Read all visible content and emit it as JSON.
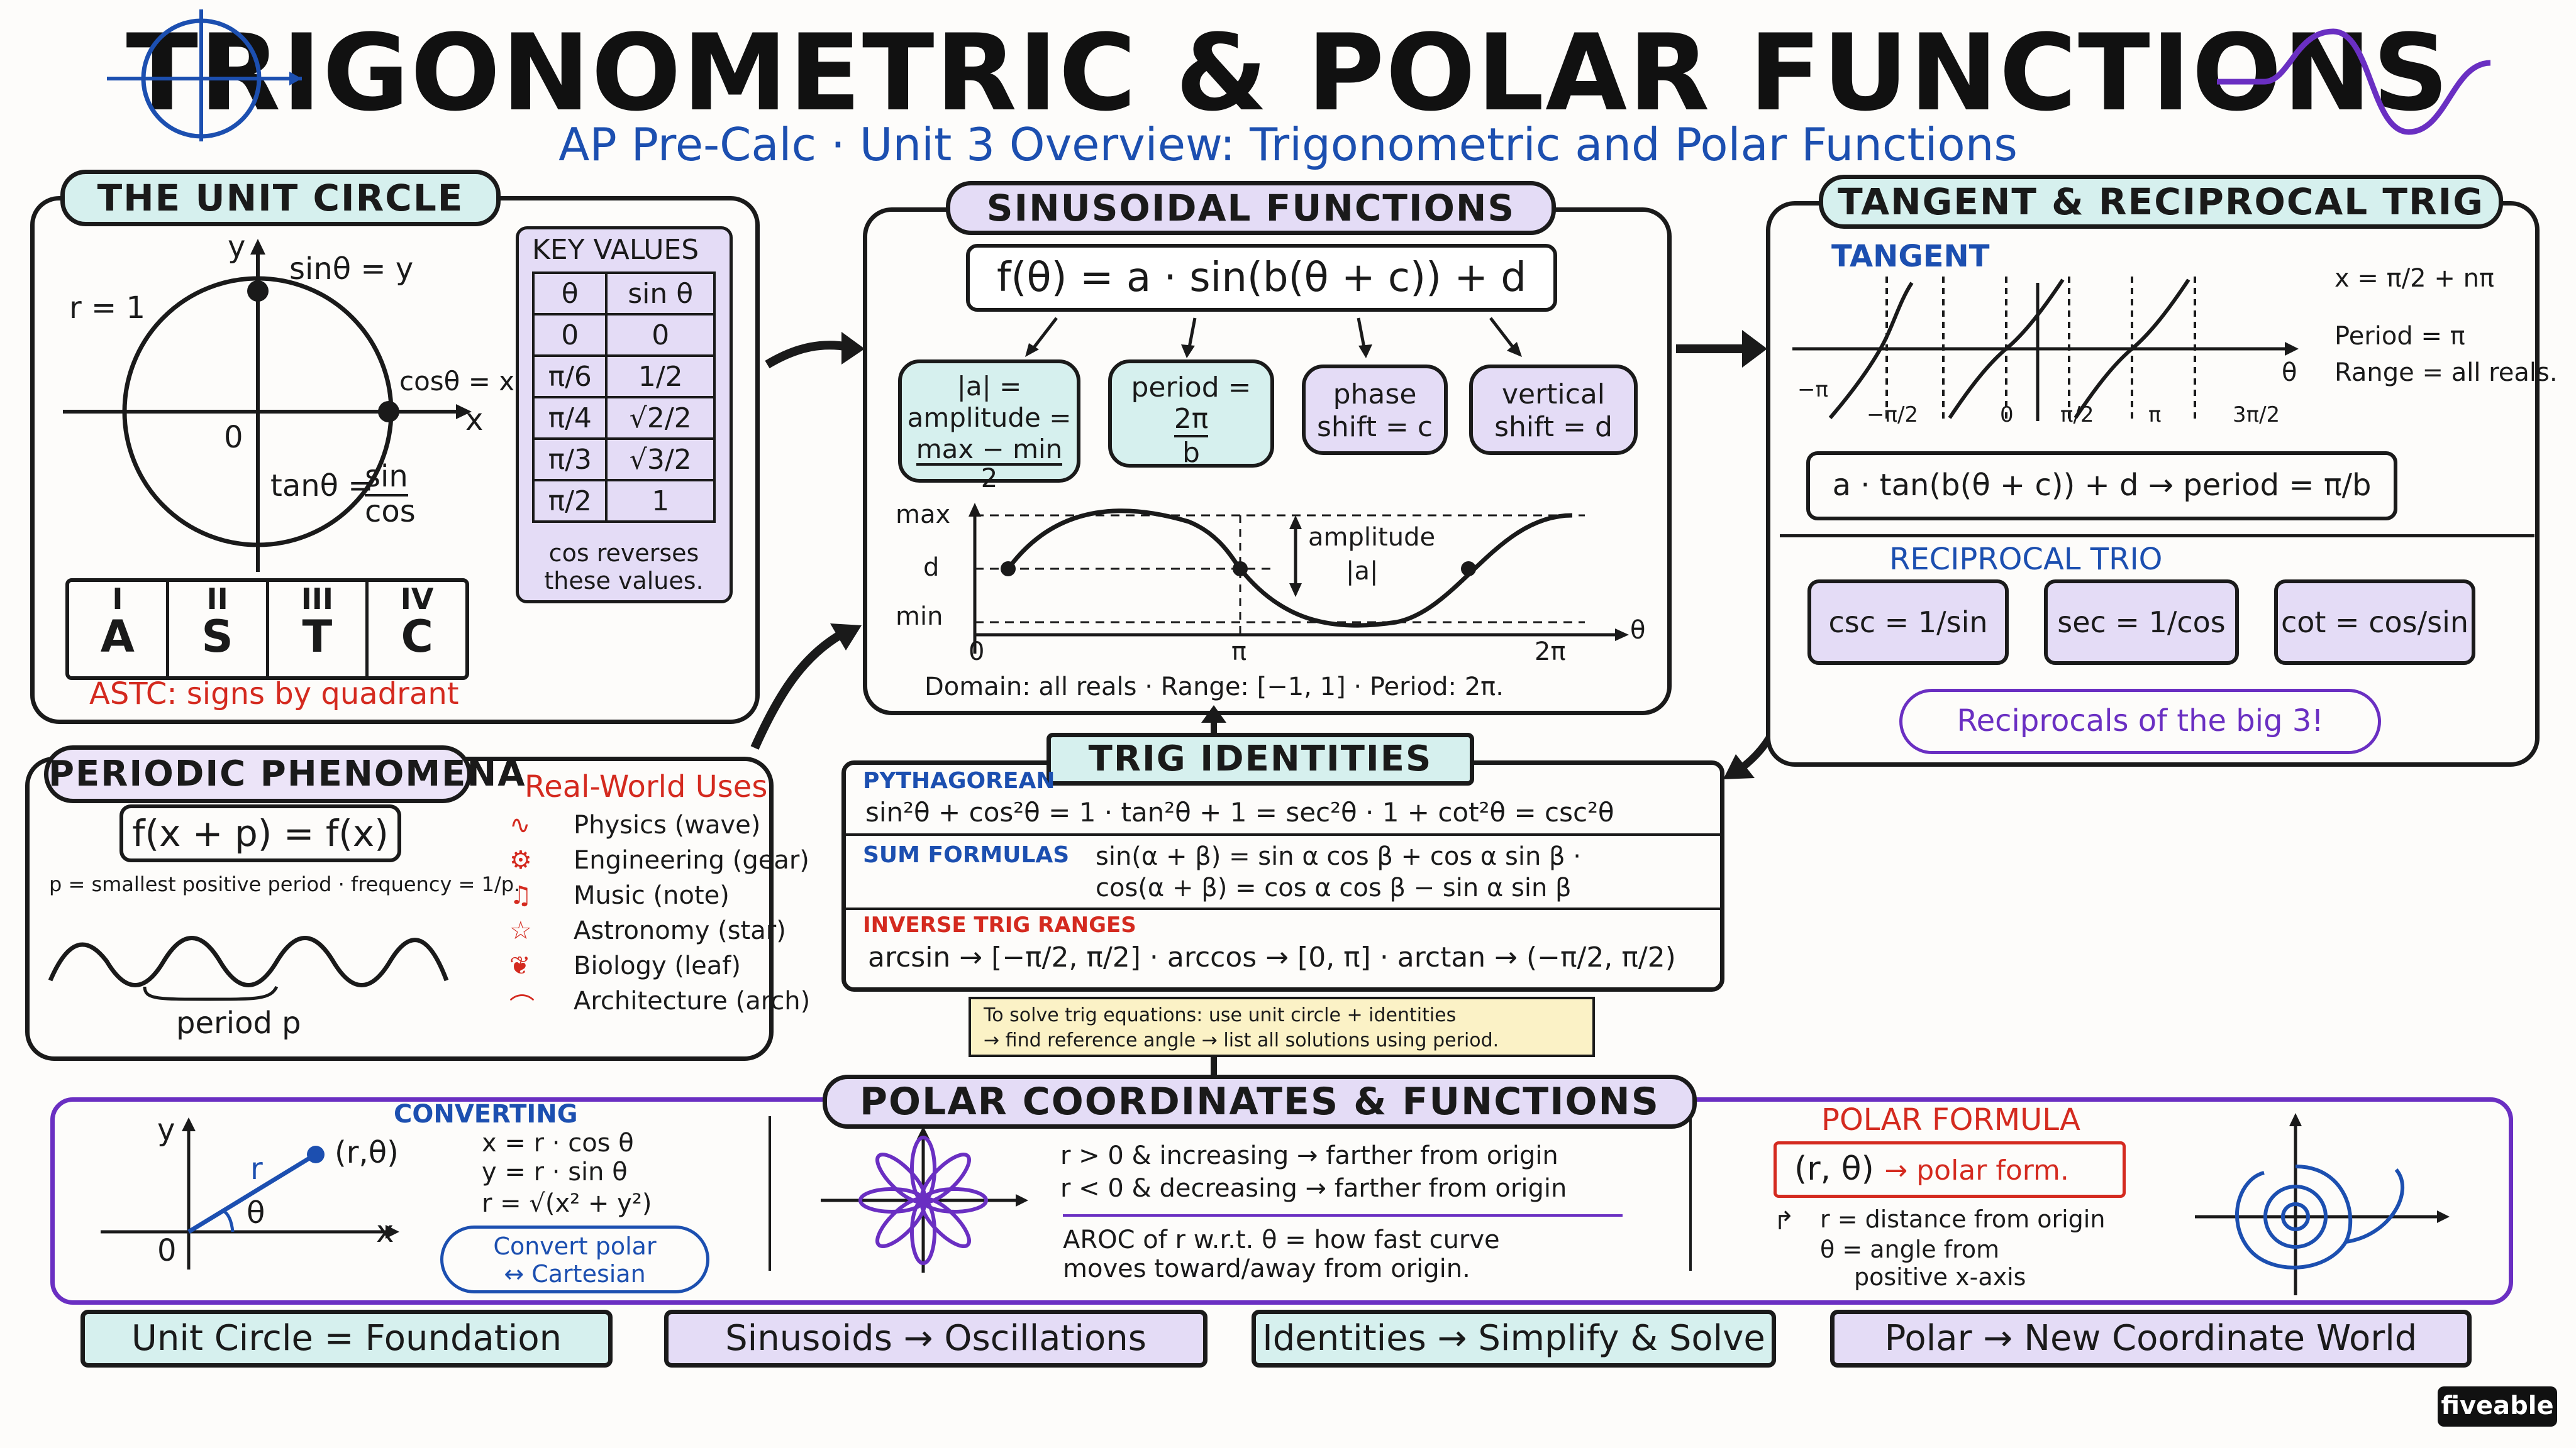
{
  "title": "TRIGONOMETRIC & POLAR FUNCTIONS",
  "subtitle": "AP Pre-Calc · Unit 3 Overview: Trigonometric and Polar Functions",
  "unit_circle": {
    "header": "THE UNIT CIRCLE",
    "r_label": "r = 1",
    "y_axis": "y",
    "x_axis": "x",
    "origin": "0",
    "sin_label": "sinθ = y",
    "cos_label": "cosθ = x",
    "tan_label": "tanθ =",
    "tan_num": "sin",
    "tan_den": "cos",
    "key_values_header": "KEY VALUES",
    "col_theta": "θ",
    "col_sin": "sin θ",
    "rows": [
      [
        "0",
        "0"
      ],
      [
        "π/6",
        "1/2"
      ],
      [
        "π/4",
        "√2/2"
      ],
      [
        "π/3",
        "√3/2"
      ],
      [
        "π/2",
        "1"
      ]
    ],
    "note": "cos reverses these values.",
    "quadrants": [
      {
        "num": "I",
        "letter": "A"
      },
      {
        "num": "II",
        "letter": "S"
      },
      {
        "num": "III",
        "letter": "T"
      },
      {
        "num": "IV",
        "letter": "C"
      }
    ],
    "astc": "ASTC: signs by quadrant"
  },
  "sinusoidal": {
    "header": "SINUSOIDAL FUNCTIONS",
    "formula": "f(θ) = a · sin(b(θ + c)) + d",
    "bubbles": [
      "|a| = amplitude = (max − min)/2",
      "period = 2π/b",
      "phase shift = c",
      "vertical shift = d"
    ],
    "amp_line1": "|a| =",
    "amp_line2": "amplitude =",
    "amp_num": "max − min",
    "amp_den": "2",
    "period_line1": "period =",
    "period_num": "2π",
    "period_den": "b",
    "phase_1": "phase",
    "phase_2": "shift = c",
    "vshift_1": "vertical",
    "vshift_2": "shift = d",
    "graph_labels": {
      "max": "max",
      "d": "d",
      "min": "min",
      "zero": "0",
      "pi": "π",
      "two_pi": "2π",
      "theta": "θ",
      "amplitude": "amplitude",
      "abs_a": "|a|"
    },
    "domain_line": "Domain: all reals   ·   Range: [−1, 1]   ·   Period: 2π."
  },
  "tangent": {
    "header": "TANGENT & RECIPROCAL TRIG",
    "tangent_label": "TANGENT",
    "asymptote": "x = π/2 + nπ",
    "period": "Period = π",
    "range": "Range = all reals.",
    "axis_labels": [
      "−π",
      "−π/2",
      "0",
      "π/2",
      "π",
      "3π/2"
    ],
    "theta": "θ",
    "formula": "a · tan(b(θ + c)) + d  →  period = π/b",
    "reciprocal_label": "RECIPROCAL TRIO",
    "csc": "csc = 1/sin",
    "sec": "sec = 1/cos",
    "cot": "cot = cos/sin",
    "note": "Reciprocals of the big 3!"
  },
  "periodic": {
    "header": "PERIODIC PHENOMENA",
    "formula": "f(x + p) = f(x)",
    "desc": "p = smallest positive period  ·  frequency = 1/p.",
    "period_label": "period p",
    "uses_label": "Real-World Uses",
    "uses": [
      "Physics (wave)",
      "Engineering (gear)",
      "Music (note)",
      "Astronomy (star)",
      "Biology (leaf)",
      "Architecture (arch)"
    ]
  },
  "identities": {
    "header": "TRIG IDENTITIES",
    "pyth_label": "PYTHAGOREAN",
    "pyth": "sin²θ + cos²θ = 1   ·   tan²θ + 1 = sec²θ   ·   1 + cot²θ = csc²θ",
    "sum_label": "SUM FORMULAS",
    "sum1": "sin(α + β) = sin α cos β + cos α sin β   ·",
    "sum2": "cos(α + β) = cos α cos β − sin α sin β",
    "inv_label": "INVERSE TRIG RANGES",
    "inv": "arcsin → [−π/2, π/2]   ·   arccos → [0, π]   ·   arctan → (−π/2, π/2)",
    "note1": "To solve trig equations: use unit circle + identities",
    "note2": "→ find reference angle → list all solutions using period."
  },
  "polar": {
    "header": "POLAR COORDINATES & FUNCTIONS",
    "converting_label": "CONVERTING",
    "conv1": "x = r · cos θ",
    "conv2": "y = r · sin θ",
    "conv3": "r = √(x² + y²)",
    "convert_note1": "Convert polar",
    "convert_note2": "↔ Cartesian",
    "graph_y": "y",
    "graph_x": "x",
    "graph_r": "r",
    "graph_theta": "θ",
    "graph_pt": "(r,θ)",
    "graph_origin": "0",
    "rule1": "r > 0  &  increasing  →  farther from origin",
    "rule2": "r < 0  &  decreasing  →  farther from origin",
    "aroc1": "AROC of r w.r.t. θ = how fast curve",
    "aroc2": "moves toward/away from origin.",
    "formula_label": "POLAR FORMULA",
    "formula": "(r, θ)",
    "formula_arrow": "→ polar form.",
    "def1": "r = distance from origin",
    "def2": "θ = angle from",
    "def3": "positive x-axis"
  },
  "footer": [
    "Unit Circle = Foundation",
    "Sinusoids → Oscillations",
    "Identities → Simplify & Solve",
    "Polar → New Coordinate World"
  ],
  "brand": "fiveable",
  "colors": {
    "teal": "#d6f0ee",
    "lavender": "#e4dcf6",
    "blue": "#1c4fb0",
    "red": "#d42a1f",
    "purple": "#6a2fc2"
  }
}
